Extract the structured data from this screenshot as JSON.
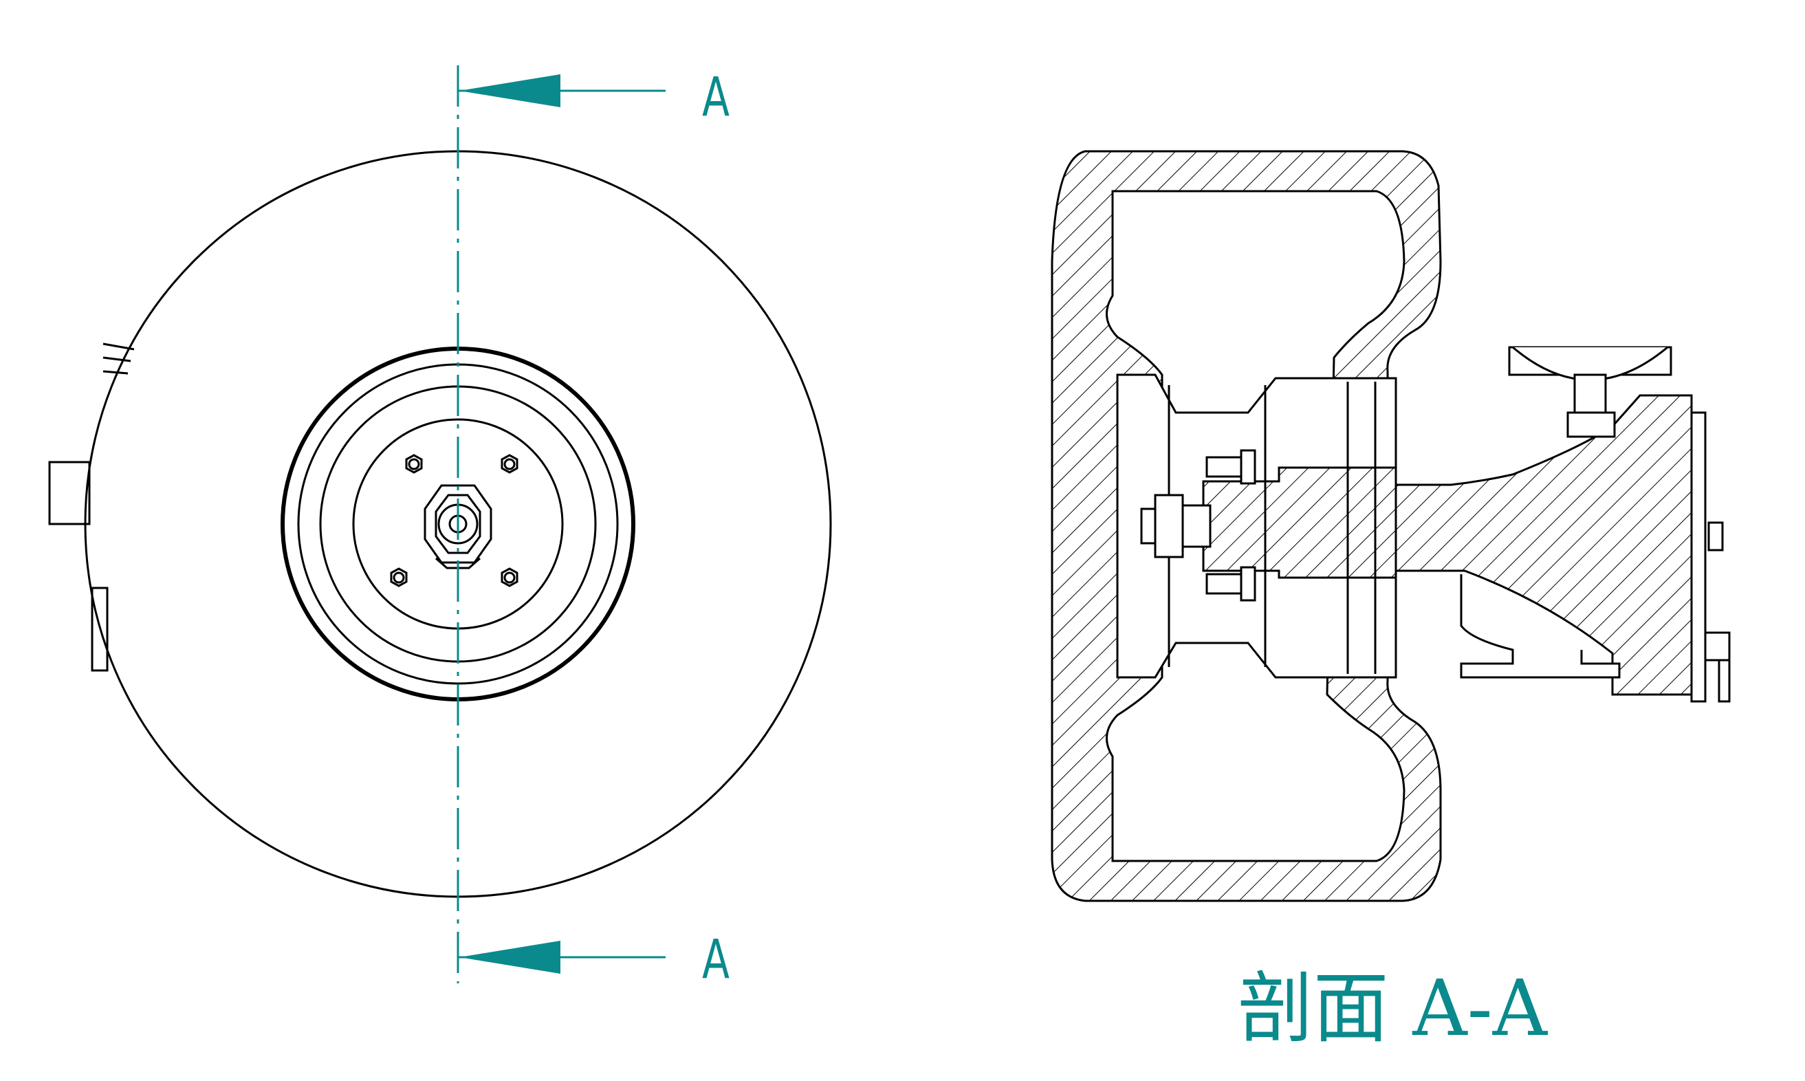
{
  "colors": {
    "line": "#000000",
    "annotation": "#0a8a8c",
    "background": "#ffffff"
  },
  "labels": {
    "top_arrow_letter": "A",
    "bottom_arrow_letter": "A",
    "section_title": "剖面 A-A"
  }
}
